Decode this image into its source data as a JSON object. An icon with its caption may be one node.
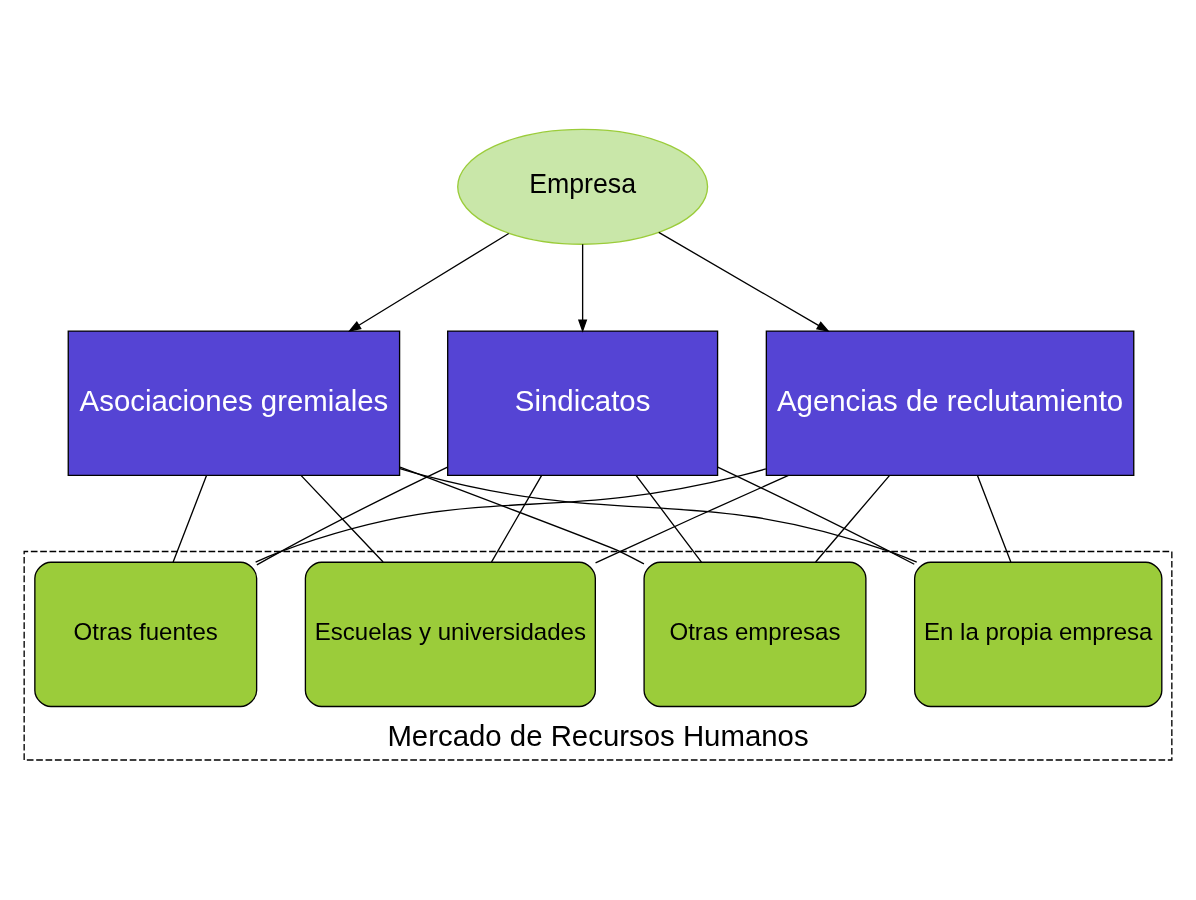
{
  "diagram": {
    "nodes": [
      {
        "text": [
          "Empresa"
        ]
      },
      {
        "text": [
          "Agencias de reclutamiento"
        ]
      },
      {
        "text": [
          "Asociaciones gremiales"
        ]
      },
      {
        "text": [
          "Sindicatos"
        ]
      },
      {
        "text": [
          "Mercado de Recursos Humanos"
        ]
      },
      {
        "text": [
          "En la propia empresa"
        ],
        "in": 4
      },
      {
        "text": [
          "Otras empresas"
        ],
        "in": 4
      },
      {
        "text": [
          "Escuelas y universidades"
        ],
        "in": 4
      },
      {
        "text": [
          "Otras fuentes"
        ],
        "in": 4
      }
    ],
    "edges": [
      {
        "from": 0,
        "to": 1,
        "arrow": "to"
      },
      {
        "from": 0,
        "to": 2,
        "arrow": "to"
      },
      {
        "from": 0,
        "to": 3,
        "arrow": "to"
      },
      {
        "from": 1,
        "to": 5,
        "arrow": "none"
      },
      {
        "from": 1,
        "to": 6,
        "arrow": "none"
      },
      {
        "from": 1,
        "to": 7,
        "arrow": "none"
      },
      {
        "from": 1,
        "to": 8,
        "arrow": "none"
      },
      {
        "from": 2,
        "to": 5,
        "arrow": "none"
      },
      {
        "from": 2,
        "to": 6,
        "arrow": "none"
      },
      {
        "from": 2,
        "to": 7,
        "arrow": "none"
      },
      {
        "from": 2,
        "to": 8,
        "arrow": "none"
      },
      {
        "from": 3,
        "to": 5,
        "arrow": "none"
      },
      {
        "from": 3,
        "to": 6,
        "arrow": "none"
      },
      {
        "from": 3,
        "to": 7,
        "arrow": "none"
      },
      {
        "from": 3,
        "to": 8,
        "arrow": "none"
      }
    ]
  }
}
